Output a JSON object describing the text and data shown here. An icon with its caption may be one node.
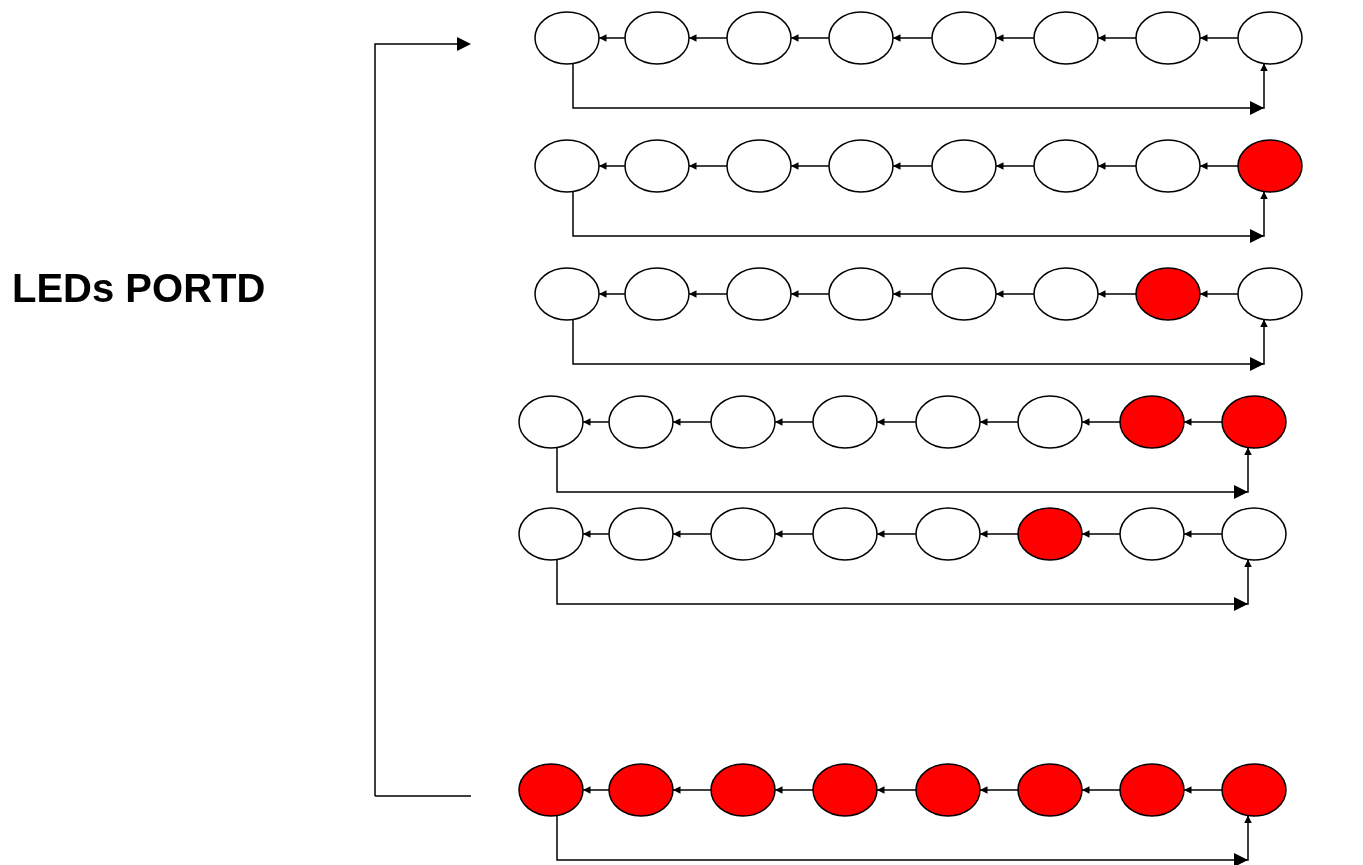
{
  "diagram": {
    "nodes": [
      {
        "text": [],
        "shape": "circle"
      },
      {
        "text": [],
        "shape": "circle"
      },
      {
        "text": [],
        "shape": "circle"
      },
      {
        "text": [],
        "shape": "circle"
      },
      {
        "text": [],
        "shape": "circle"
      },
      {
        "text": [],
        "shape": "circle"
      },
      {
        "text": [],
        "shape": "circle"
      },
      {
        "text": [],
        "shape": "circle"
      },
      {
        "text": [],
        "shape": "circle"
      },
      {
        "text": [],
        "shape": "circle"
      },
      {
        "text": [],
        "shape": "circle"
      },
      {
        "text": [],
        "shape": "circle"
      },
      {
        "text": [],
        "shape": "circle"
      },
      {
        "text": [],
        "shape": "circle"
      },
      {
        "text": [],
        "shape": "circle"
      },
      {
        "text": [],
        "shape": "circle"
      },
      {
        "text": [],
        "shape": "circle"
      },
      {
        "text": [],
        "shape": "circle"
      },
      {
        "text": [],
        "shape": "circle"
      },
      {
        "text": [],
        "shape": "circle"
      },
      {
        "text": [],
        "shape": "circle"
      },
      {
        "text": [],
        "shape": "circle"
      },
      {
        "text": [],
        "shape": "circle"
      },
      {
        "text": [],
        "shape": "circle"
      },
      {
        "text": [],
        "shape": "circle"
      },
      {
        "text": [],
        "shape": "circle"
      },
      {
        "text": [],
        "shape": "circle"
      },
      {
        "text": [],
        "shape": "circle"
      },
      {
        "text": [],
        "shape": "circle"
      },
      {
        "text": [],
        "shape": "circle"
      },
      {
        "text": [],
        "shape": "circle"
      },
      {
        "text": [],
        "shape": "circle"
      },
      {
        "text": [],
        "shape": "circle"
      },
      {
        "text": [],
        "shape": "circle"
      },
      {
        "text": [],
        "shape": "circle"
      },
      {
        "text": [],
        "shape": "circle"
      },
      {
        "text": [],
        "shape": "circle"
      },
      {
        "text": [],
        "shape": "circle"
      },
      {
        "text": [],
        "shape": "circle"
      },
      {
        "text": [],
        "shape": "circle"
      },
      {
        "text": [],
        "shape": "circle"
      },
      {
        "text": [],
        "shape": "circle"
      },
      {
        "text": [],
        "shape": "circle"
      },
      {
        "text": [],
        "shape": "circle"
      },
      {
        "text": [],
        "shape": "circle"
      },
      {
        "text": [],
        "shape": "circle"
      },
      {
        "text": [],
        "shape": "circle"
      },
      {
        "text": [],
        "shape": "circle"
      }
    ],
    "edges": [
      {
        "from": 1,
        "to": 0,
        "arrow": "to"
      },
      {
        "from": 2,
        "to": 1,
        "arrow": "to"
      },
      {
        "from": 3,
        "to": 2,
        "arrow": "to"
      },
      {
        "from": 4,
        "to": 3,
        "arrow": "to"
      },
      {
        "from": 5,
        "to": 4,
        "arrow": "to"
      },
      {
        "from": 6,
        "to": 5,
        "arrow": "to"
      },
      {
        "from": 7,
        "to": 6,
        "arrow": "to"
      },
      {
        "from": 0,
        "to": 7,
        "arrow": "to"
      },
      {
        "from": 9,
        "to": 8,
        "arrow": "to"
      },
      {
        "from": 10,
        "to": 9,
        "arrow": "to"
      },
      {
        "from": 11,
        "to": 10,
        "arrow": "to"
      },
      {
        "from": 12,
        "to": 11,
        "arrow": "to"
      },
      {
        "from": 13,
        "to": 12,
        "arrow": "to"
      },
      {
        "from": 14,
        "to": 13,
        "arrow": "to"
      },
      {
        "from": 15,
        "to": 14,
        "arrow": "to"
      },
      {
        "from": 8,
        "to": 15,
        "arrow": "to"
      },
      {
        "from": 17,
        "to": 16,
        "arrow": "to"
      },
      {
        "from": 18,
        "to": 17,
        "arrow": "to"
      },
      {
        "from": 19,
        "to": 18,
        "arrow": "to"
      },
      {
        "from": 20,
        "to": 19,
        "arrow": "to"
      },
      {
        "from": 21,
        "to": 20,
        "arrow": "to"
      },
      {
        "from": 22,
        "to": 21,
        "arrow": "to"
      },
      {
        "from": 23,
        "to": 22,
        "arrow": "to"
      },
      {
        "from": 16,
        "to": 23,
        "arrow": "to"
      },
      {
        "from": 25,
        "to": 24,
        "arrow": "to"
      },
      {
        "from": 26,
        "to": 25,
        "arrow": "to"
      },
      {
        "from": 27,
        "to": 26,
        "arrow": "to"
      },
      {
        "from": 28,
        "to": 27,
        "arrow": "to"
      },
      {
        "from": 29,
        "to": 28,
        "arrow": "to"
      },
      {
        "from": 30,
        "to": 29,
        "arrow": "to"
      },
      {
        "from": 31,
        "to": 30,
        "arrow": "to"
      },
      {
        "from": 24,
        "to": 31,
        "arrow": "to"
      },
      {
        "from": 33,
        "to": 32,
        "arrow": "to"
      },
      {
        "from": 34,
        "to": 33,
        "arrow": "to"
      },
      {
        "from": 35,
        "to": 34,
        "arrow": "to"
      },
      {
        "from": 36,
        "to": 35,
        "arrow": "to"
      },
      {
        "from": 37,
        "to": 36,
        "arrow": "to"
      },
      {
        "from": 38,
        "to": 37,
        "arrow": "to"
      },
      {
        "from": 39,
        "to": 38,
        "arrow": "to"
      },
      {
        "from": 32,
        "to": 39,
        "arrow": "to"
      },
      {
        "from": 41,
        "to": 40,
        "arrow": "to"
      },
      {
        "from": 42,
        "to": 41,
        "arrow": "to"
      },
      {
        "from": 43,
        "to": 42,
        "arrow": "to"
      },
      {
        "from": 44,
        "to": 43,
        "arrow": "to"
      },
      {
        "from": 45,
        "to": 44,
        "arrow": "to"
      },
      {
        "from": 46,
        "to": 45,
        "arrow": "to"
      },
      {
        "from": 47,
        "to": 46,
        "arrow": "to"
      },
      {
        "from": 40,
        "to": 47,
        "arrow": "to"
      }
    ],
    "labels": [
      "LEDs PORTD"
    ]
  }
}
